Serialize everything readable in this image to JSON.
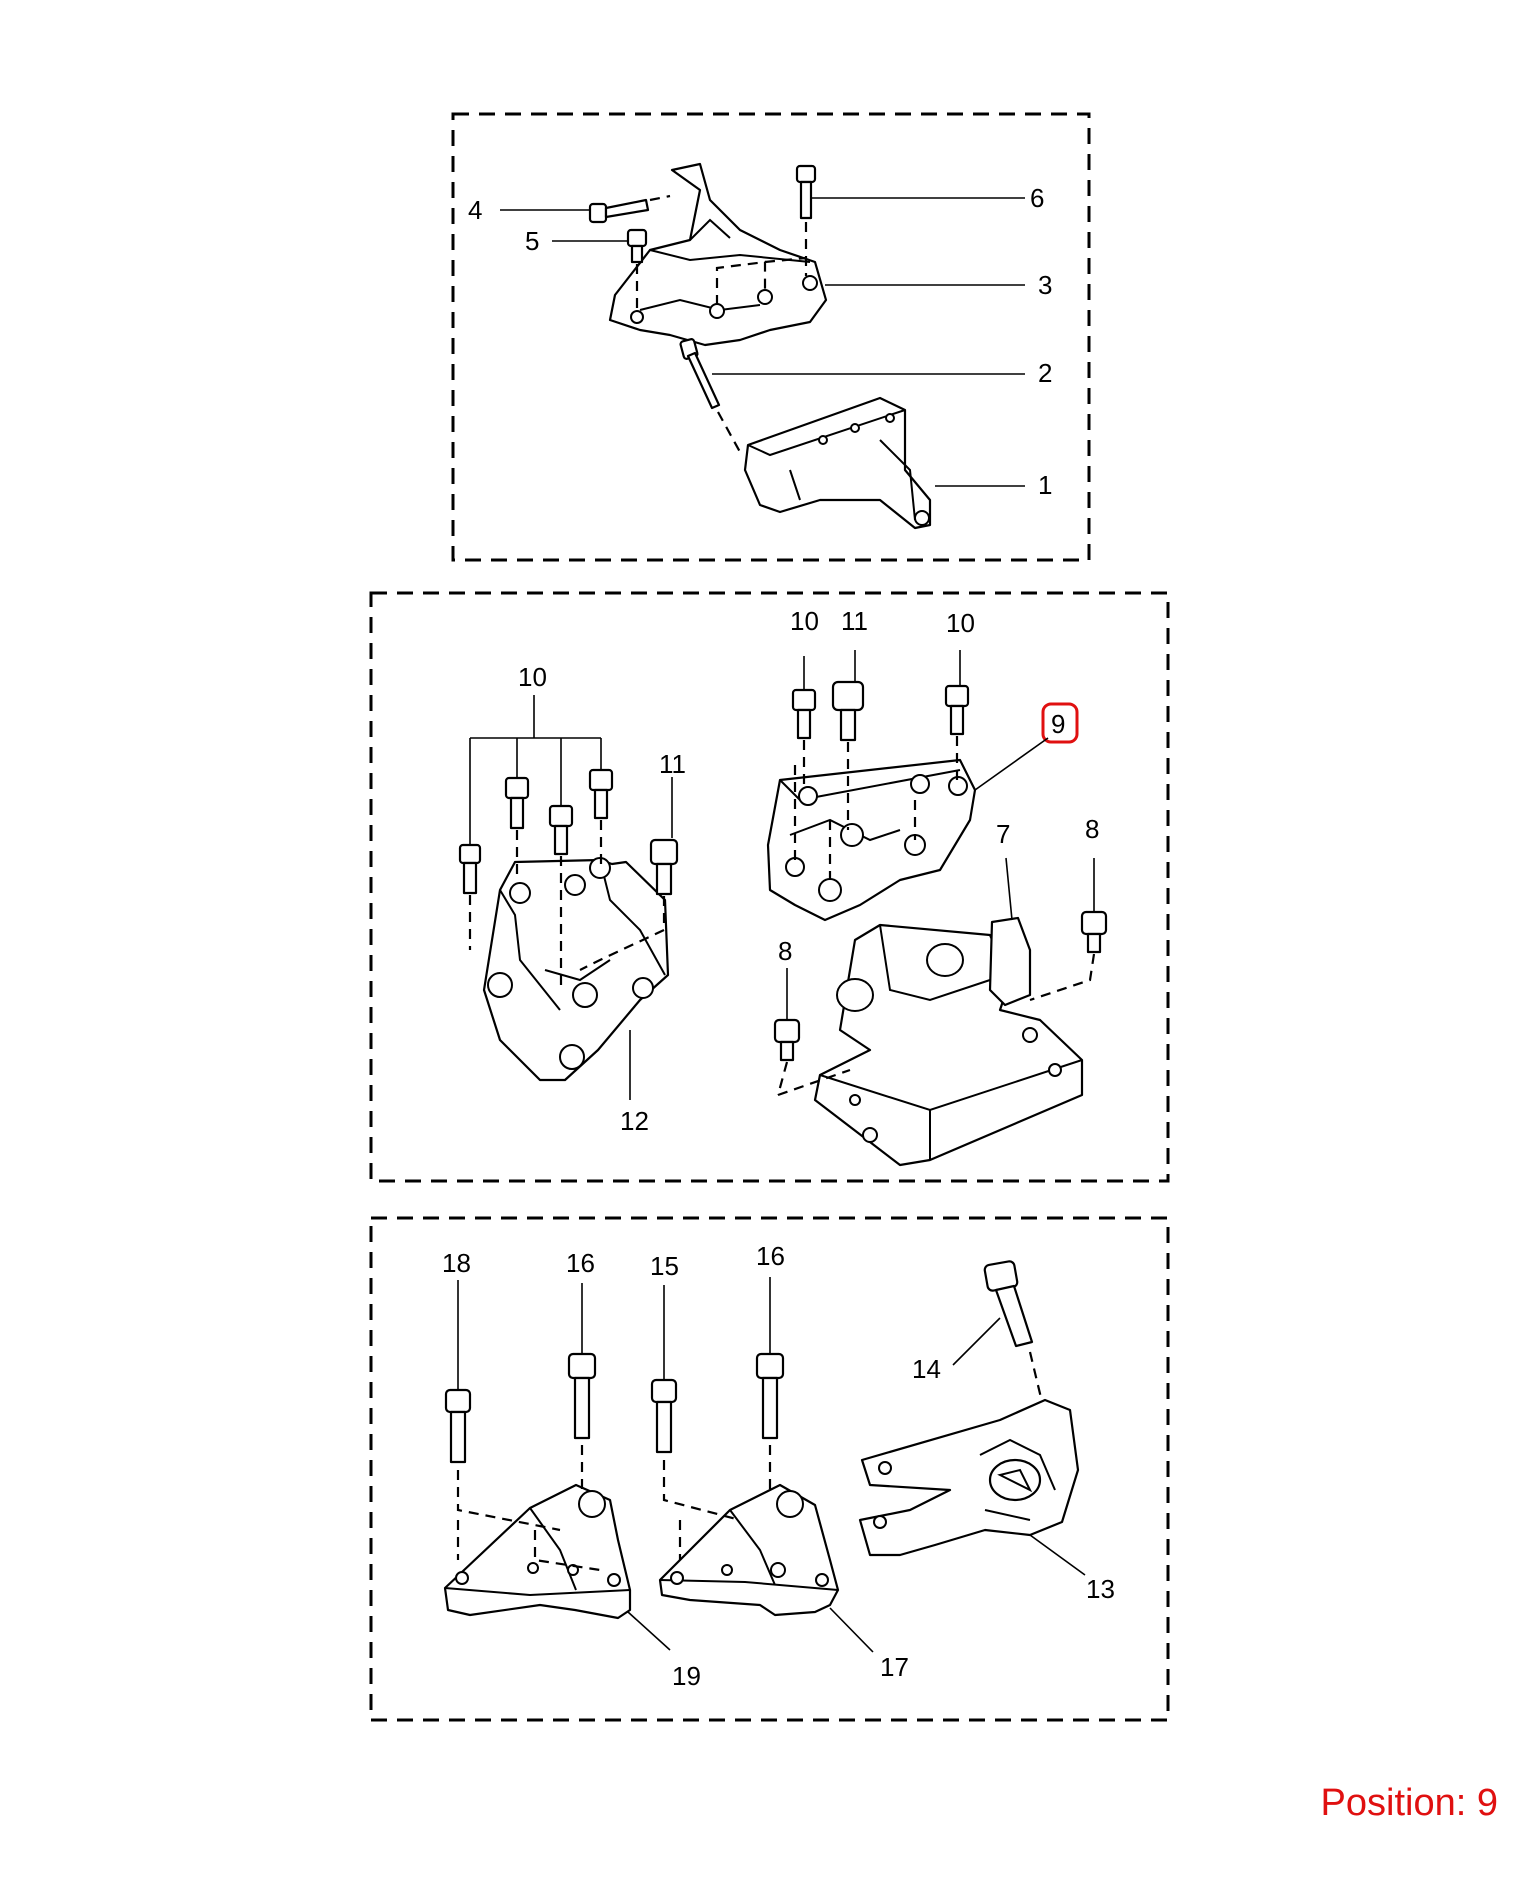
{
  "callouts": {
    "c1": "1",
    "c2": "2",
    "c3": "3",
    "c4": "4",
    "c5": "5",
    "c6": "6",
    "c7": "7",
    "c8a": "8",
    "c8b": "8",
    "c9": "9",
    "c10a": "10",
    "c10b": "10",
    "c10c": "10",
    "c11a": "11",
    "c11b": "11",
    "c12": "12",
    "c13": "13",
    "c14": "14",
    "c15": "15",
    "c16a": "16",
    "c16b": "16",
    "c17": "17",
    "c18": "18",
    "c19": "19"
  },
  "highlight": {
    "callout": "9",
    "color": "#e01010"
  },
  "position": {
    "text": "Position: 9",
    "color": "#e01010"
  }
}
